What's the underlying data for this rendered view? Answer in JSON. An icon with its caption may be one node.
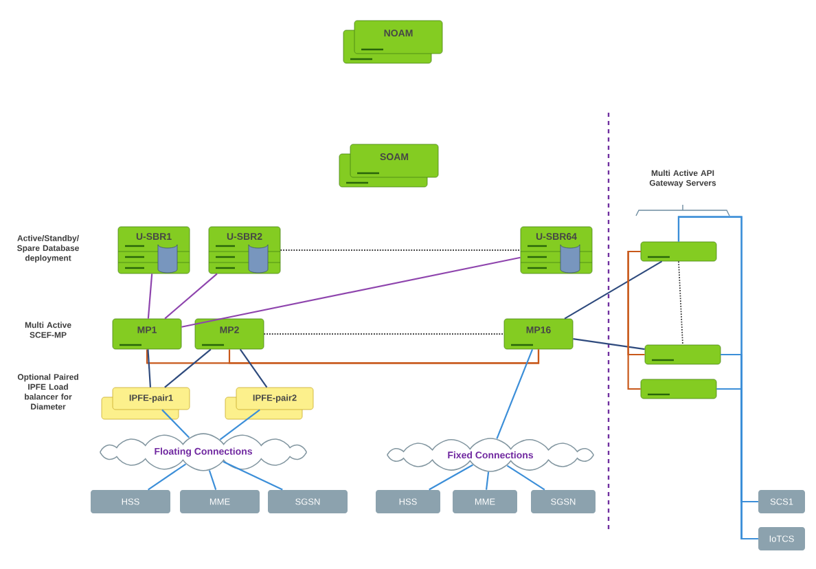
{
  "diagram": {
    "nodes": [
      {
        "text": [
          "NOAM"
        ]
      },
      {
        "text": [
          "SOAM"
        ]
      },
      {
        "text": [
          "U-SBR1"
        ]
      },
      {
        "text": [
          "U-SBR2"
        ]
      },
      {
        "text": [
          "U-SBR64"
        ]
      },
      {
        "text": [
          "MP1"
        ]
      },
      {
        "text": [
          "MP2"
        ]
      },
      {
        "text": [
          "MP16"
        ]
      },
      {
        "text": [
          "IPFE-pair1"
        ]
      },
      {
        "text": [
          "IPFE-pair2"
        ]
      },
      {
        "text": [
          "Floating Connections"
        ]
      },
      {
        "text": [
          "Fixed Connections"
        ]
      },
      {
        "text": [
          "HSS"
        ]
      },
      {
        "text": [
          "MME"
        ]
      },
      {
        "text": [
          "SGSN"
        ]
      },
      {
        "text": [
          "HSS"
        ]
      },
      {
        "text": [
          "MME"
        ]
      },
      {
        "text": [
          "SGSN"
        ]
      },
      {
        "text": [],
        "shape": "server"
      },
      {
        "text": [],
        "shape": "server"
      },
      {
        "text": [],
        "shape": "server"
      },
      {
        "text": [
          "SCS1"
        ]
      },
      {
        "text": [
          "IoTCS"
        ]
      }
    ],
    "edges": [
      {
        "from": 2,
        "to": 5,
        "arrow": "none",
        "color": "#8e44ad"
      },
      {
        "from": 3,
        "to": 5,
        "arrow": "none",
        "color": "#8e44ad"
      },
      {
        "from": 4,
        "to": 5,
        "arrow": "none",
        "color": "#8e44ad"
      },
      {
        "from": 3,
        "to": 4,
        "arrow": "none",
        "style": "dashed",
        "color": "#333333"
      },
      {
        "from": 6,
        "to": 7,
        "arrow": "none",
        "style": "dashed",
        "color": "#333333"
      },
      {
        "from": 5,
        "to": 7,
        "arrow": "none",
        "color": "#c8581a"
      },
      {
        "from": 6,
        "to": 7,
        "arrow": "none",
        "color": "#c8581a"
      },
      {
        "from": 5,
        "to": 8,
        "arrow": "none",
        "color": "#2e4a7d"
      },
      {
        "from": 6,
        "to": 8,
        "arrow": "none",
        "color": "#2e4a7d"
      },
      {
        "from": 6,
        "to": 9,
        "arrow": "none",
        "color": "#2e4a7d"
      },
      {
        "from": 8,
        "to": 10,
        "arrow": "none"
      },
      {
        "from": 9,
        "to": 10,
        "arrow": "none"
      },
      {
        "from": 10,
        "to": 12,
        "arrow": "none"
      },
      {
        "from": 10,
        "to": 13,
        "arrow": "none"
      },
      {
        "from": 10,
        "to": 14,
        "arrow": "none"
      },
      {
        "from": 7,
        "to": 11,
        "arrow": "none"
      },
      {
        "from": 11,
        "to": 15,
        "arrow": "none"
      },
      {
        "from": 11,
        "to": 16,
        "arrow": "none"
      },
      {
        "from": 11,
        "to": 17,
        "arrow": "none"
      },
      {
        "from": 7,
        "to": 18,
        "arrow": "none",
        "color": "#2e4a7d"
      },
      {
        "from": 7,
        "to": 19,
        "arrow": "none",
        "color": "#2e4a7d"
      },
      {
        "from": 18,
        "to": 19,
        "arrow": "none",
        "style": "dashed",
        "color": "#333333"
      },
      {
        "from": 18,
        "to": 19,
        "arrow": "none",
        "color": "#c8581a"
      },
      {
        "from": 18,
        "to": 20,
        "arrow": "none",
        "color": "#c8581a"
      },
      {
        "from": 18,
        "to": 21,
        "arrow": "none"
      },
      {
        "from": 18,
        "to": 22,
        "arrow": "none"
      },
      {
        "from": 19,
        "to": 21,
        "arrow": "none"
      },
      {
        "from": 19,
        "to": 22,
        "arrow": "none"
      },
      {
        "from": 20,
        "to": 21,
        "arrow": "none"
      },
      {
        "from": 20,
        "to": 22,
        "arrow": "none"
      }
    ],
    "labels": [
      "Active/Standby/ Spare Database deployment",
      "Multi Active SCEF-MP",
      "Optional Paired IPFE Load balancer for Diameter",
      "Multi Active API Gateway Servers"
    ]
  }
}
